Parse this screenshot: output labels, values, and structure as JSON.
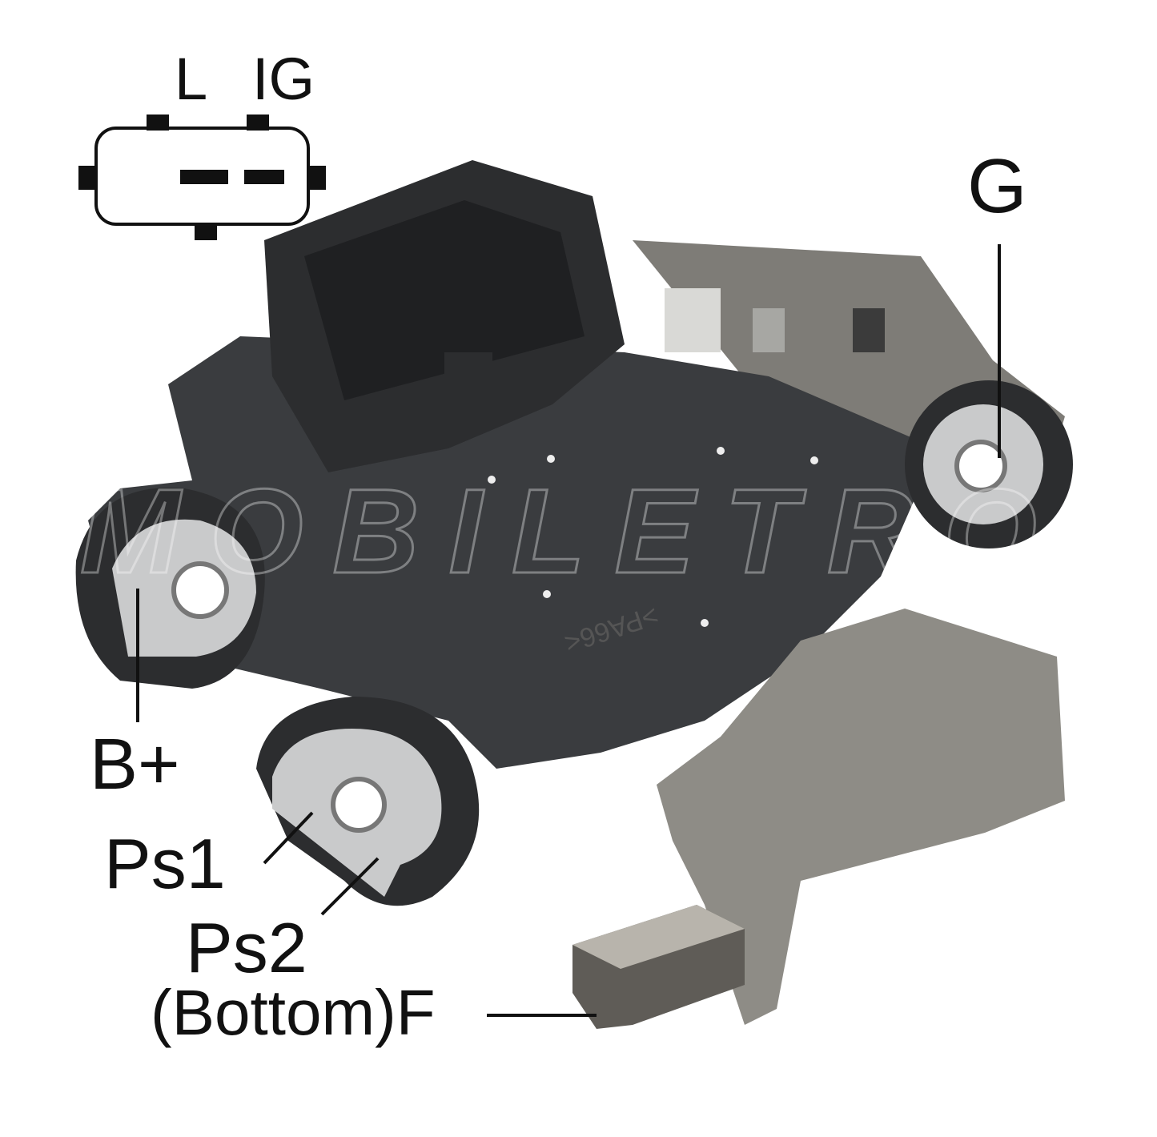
{
  "connector": {
    "pin_labels": [
      "L",
      "IG"
    ]
  },
  "labels": {
    "g": "G",
    "b_plus": "B+",
    "ps1": "Ps1",
    "ps2": "Ps2",
    "f": "(Bottom)F"
  },
  "watermark": "MOBILETRON",
  "embossed_text": ">PA66<",
  "colors": {
    "body": "#3a3c3f",
    "metal": "#c9cacb",
    "brush_holder": "#8e8c86",
    "label": "#111111"
  }
}
